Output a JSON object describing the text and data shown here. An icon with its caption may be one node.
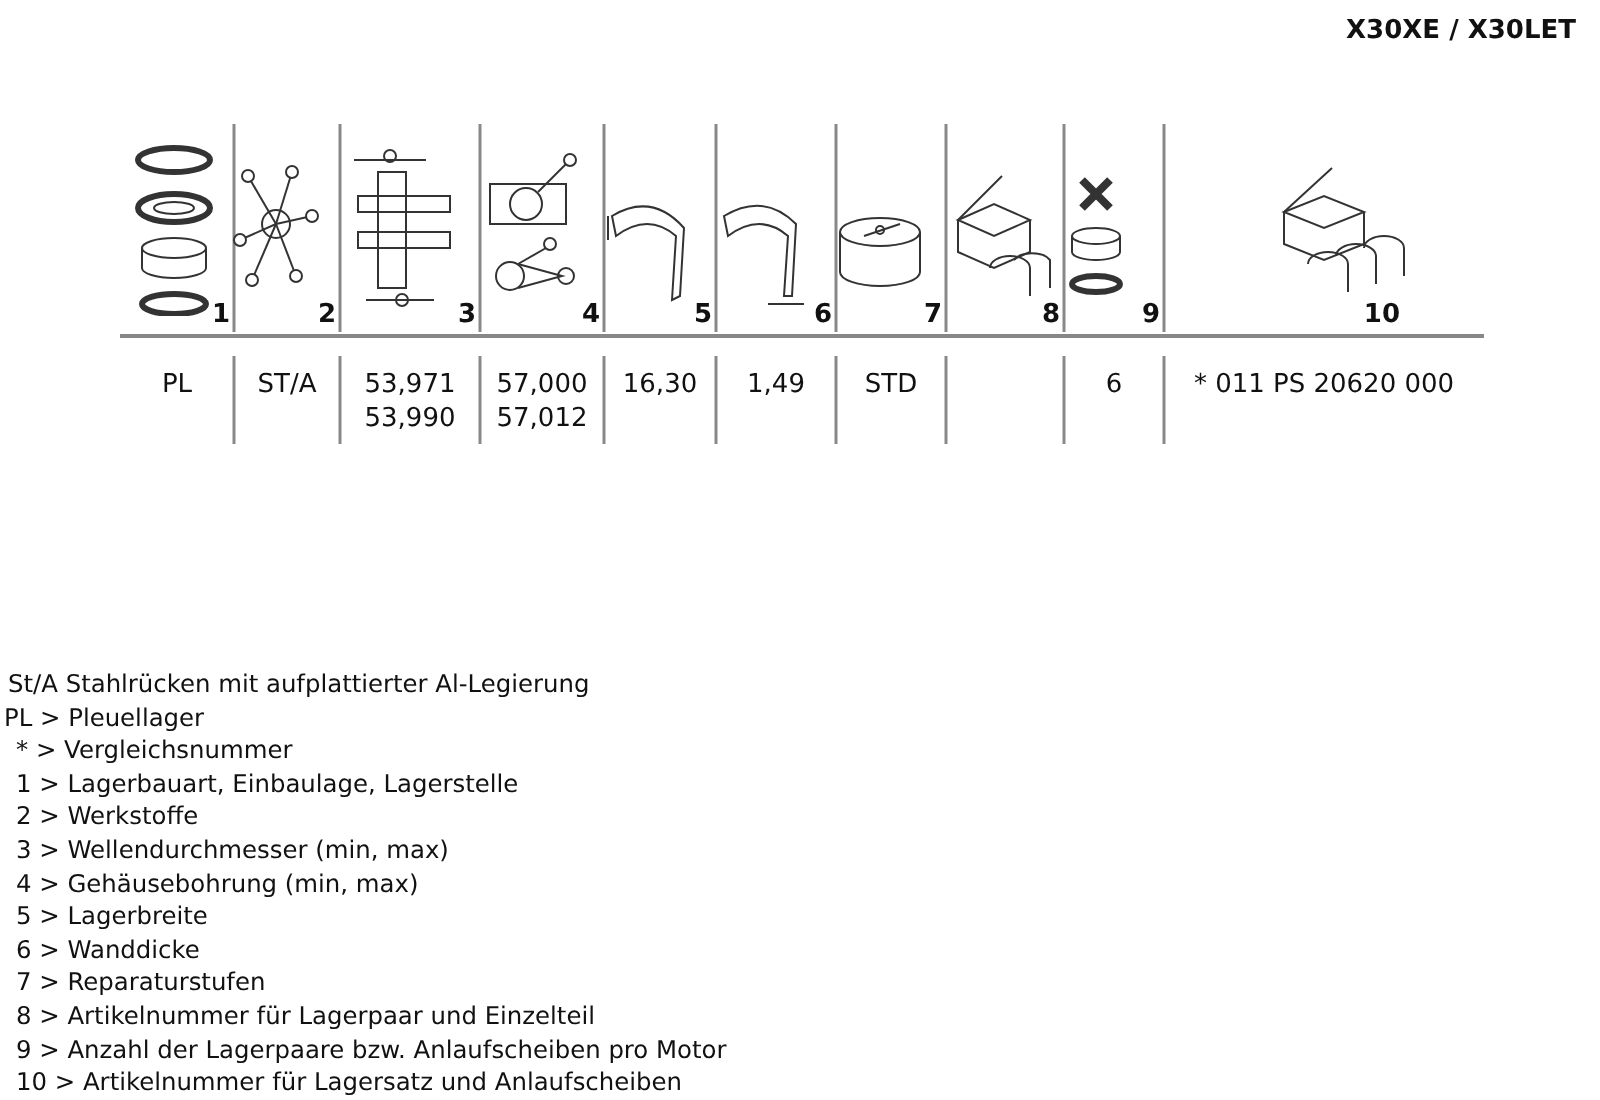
{
  "diagram": {
    "title": "X30XE / X30LET",
    "labels": [
      "1",
      "2",
      "3",
      "4",
      "5",
      "6",
      "7",
      "8",
      "9",
      "10",
      "PL",
      "ST/A",
      "53,971 53,990",
      "57,000 57,012",
      "16,30",
      "1,49",
      "STD",
      "6",
      "* 011 PS 20620 000",
      "St/A Stahlrücken mit aufplattierter Al-Legierung",
      "PL > Pleuellager",
      "* > Vergleichsnummer",
      "1 > Lagerbauart, Einbaulage, Lagerstelle",
      "2 > Werkstoffe",
      "3 > Wellendurchmesser (min, max)",
      "4 > Gehäusebohrung (min, max)",
      "5 > Lagerbreite",
      "6 > Wanddicke",
      "7 > Reparaturstufen",
      "8 > Artikelnummer für Lagerpaar und Einzelteil",
      "9 > Anzahl der Lagerpaare bzw. Anlaufscheiben pro Motor",
      "10 > Artikelnummer für Lagersatz und Anlaufscheiben"
    ]
  }
}
